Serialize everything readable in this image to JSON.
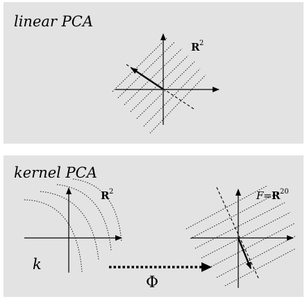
{
  "panels": {
    "linear": {
      "title": "linear PCA",
      "space_bold": "R",
      "space_sup": "2"
    },
    "kernel": {
      "title": "kernel PCA",
      "input_space_bold": "R",
      "input_space_sup": "2",
      "feature_space_prefix": "F",
      "feature_space_eq": "=",
      "feature_space_bold": "R",
      "feature_space_sup": "20",
      "kernel_label": "k",
      "map_label": "Φ"
    }
  }
}
